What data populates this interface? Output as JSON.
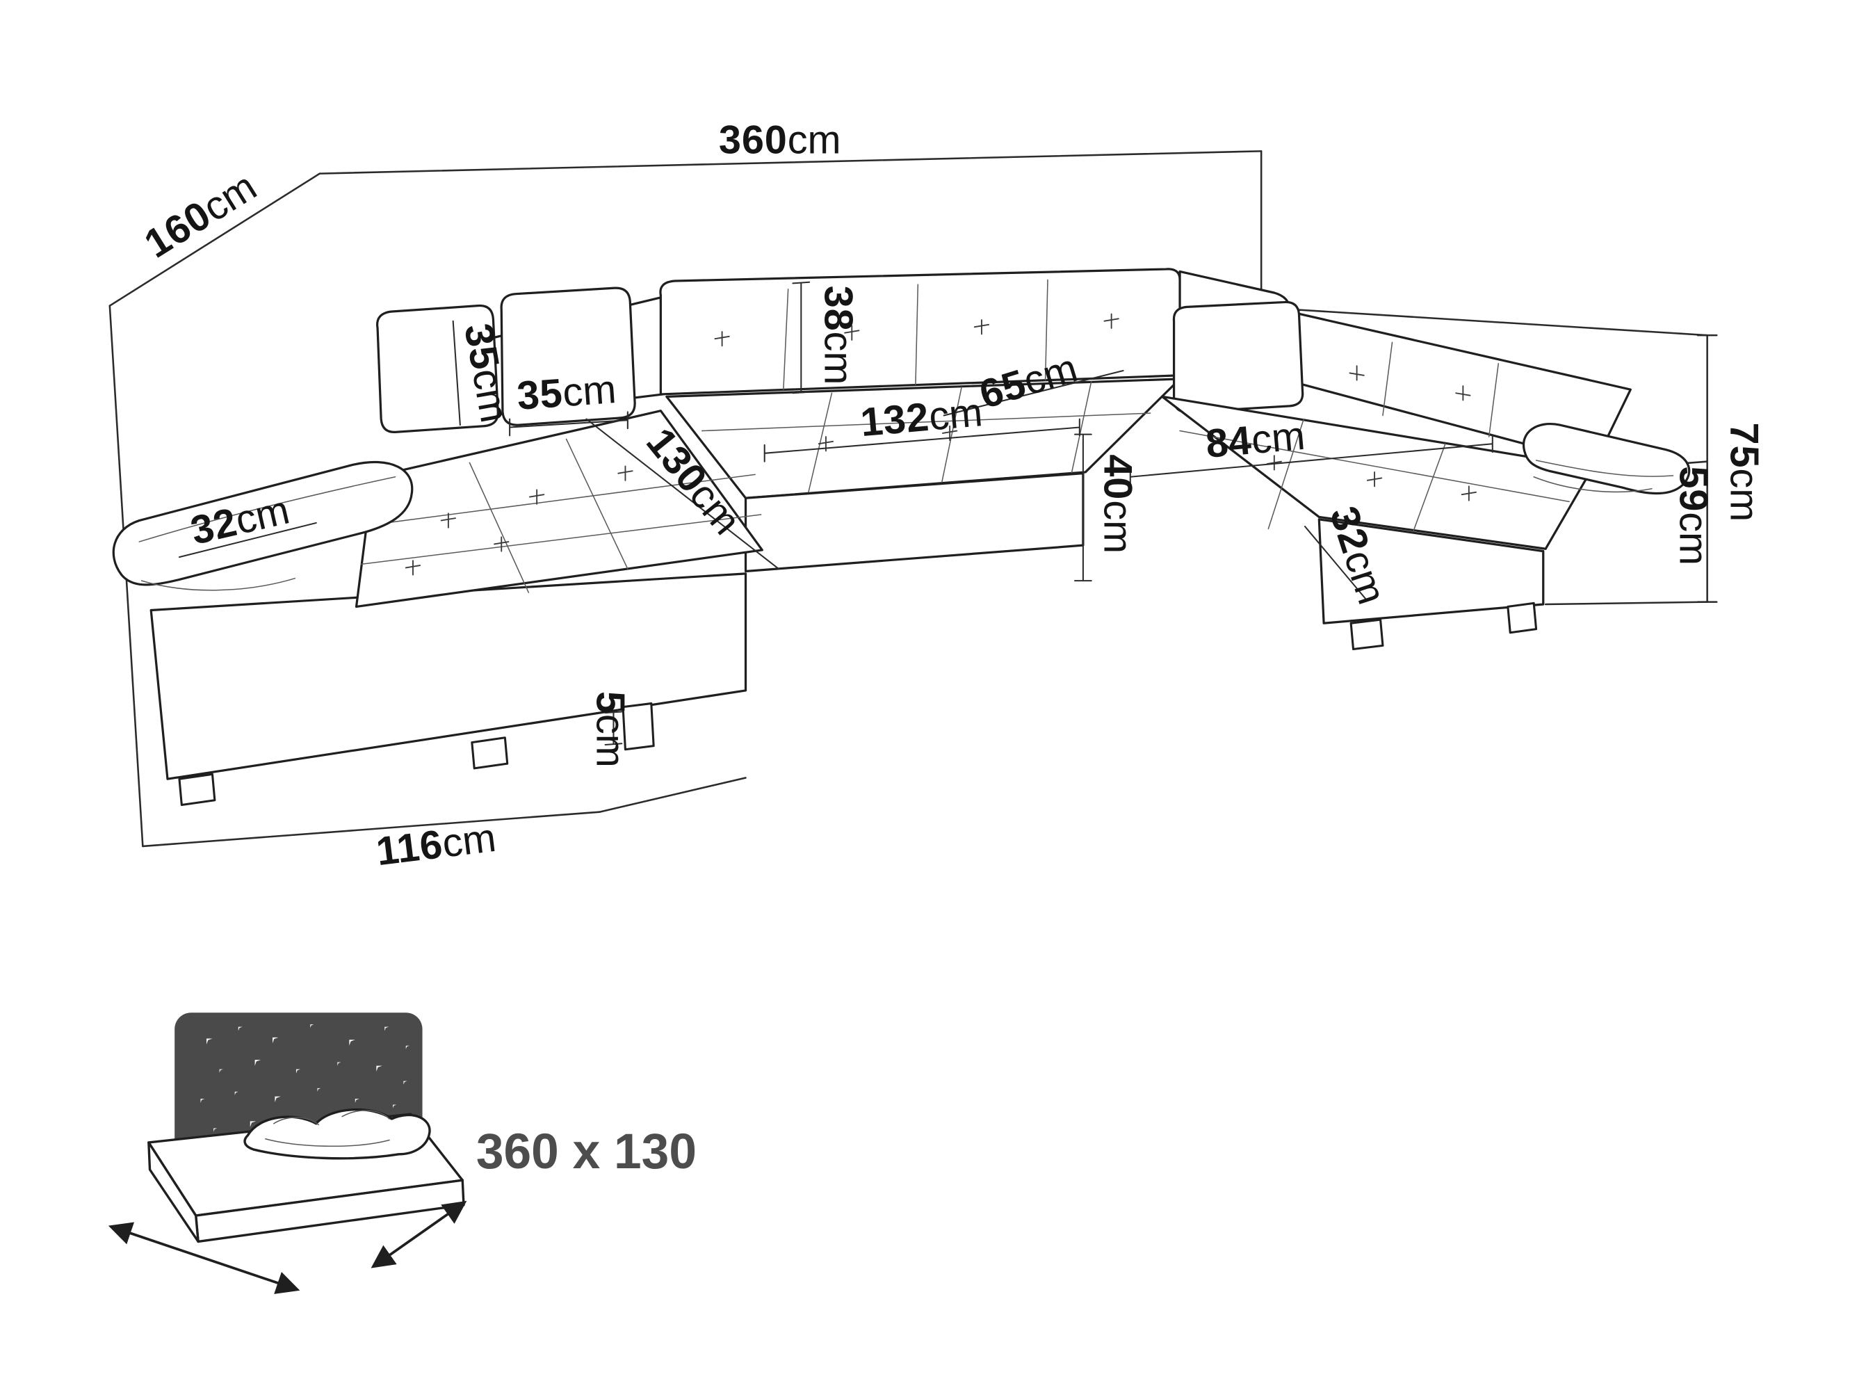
{
  "dimensions": {
    "total_width": {
      "value": "360",
      "unit": "cm"
    },
    "total_depth": {
      "value": "160",
      "unit": "cm"
    },
    "backrest_height": {
      "value": "38",
      "unit": "cm"
    },
    "pillow_height": {
      "value": "35",
      "unit": "cm"
    },
    "pillow_width": {
      "value": "35",
      "unit": "cm"
    },
    "seat_depth": {
      "value": "65",
      "unit": "cm"
    },
    "middle_seat_width": {
      "value": "132",
      "unit": "cm"
    },
    "right_seat_width": {
      "value": "84",
      "unit": "cm"
    },
    "seat_height": {
      "value": "40",
      "unit": "cm"
    },
    "total_height": {
      "value": "75",
      "unit": "cm"
    },
    "armrest_height": {
      "value": "59",
      "unit": "cm"
    },
    "left_armrest_width": {
      "value": "32",
      "unit": "cm"
    },
    "right_armrest_width": {
      "value": "32",
      "unit": "cm"
    },
    "chaise_length": {
      "value": "130",
      "unit": "cm"
    },
    "leg_height": {
      "value": "5",
      "unit": "cm"
    },
    "left_chaise_width": {
      "value": "116",
      "unit": "cm"
    }
  },
  "sleeping_area": {
    "label": "360 x 130"
  },
  "icons": {
    "bed_icon": "bed-with-starry-headboard",
    "star_icon": "four-point-star"
  },
  "colors": {
    "line": "#1f1f1f",
    "dimension_text": "#151515",
    "sleeping_text": "#4d4d4d",
    "headboard_fill": "#4a4a4a",
    "star_fill": "#ffffff"
  }
}
